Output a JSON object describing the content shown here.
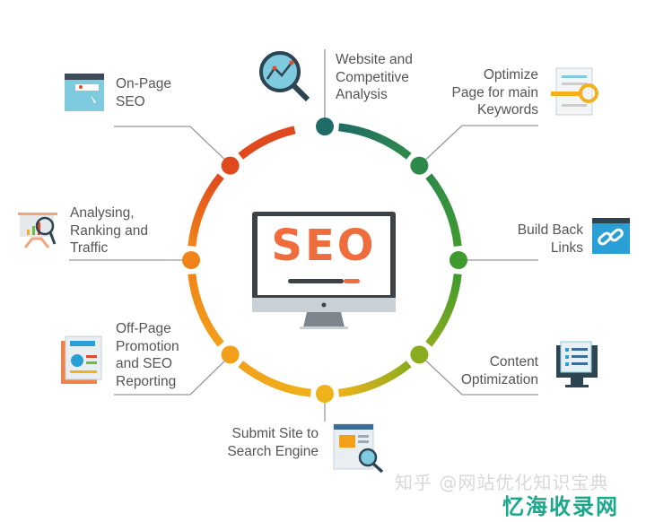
{
  "center": {
    "screen_text": "SEO",
    "colors": {
      "text": "#ef6c3c",
      "frame": "#3d4247",
      "stand": "#c9d0d6"
    }
  },
  "nodes": [
    {
      "label": "Website and\nCompetitive\nAnalysis",
      "icon": "magnifier-chart-icon",
      "color": "#1f6b66"
    },
    {
      "label": "Optimize\nPage for main\nKeywords",
      "icon": "key-document-icon",
      "color": "#2e8a4a"
    },
    {
      "label": "Build Back\nLinks",
      "icon": "link-window-icon",
      "color": "#3f9a2e"
    },
    {
      "label": "Content\nOptimization",
      "icon": "content-monitor-icon",
      "color": "#8aac1e"
    },
    {
      "label": "Submit Site to\nSearch Engine",
      "icon": "search-page-icon",
      "color": "#eeb21a"
    },
    {
      "label": "Off-Page\nPromotion\nand SEO\nReporting",
      "icon": "report-documents-icon",
      "color": "#f2a01a"
    },
    {
      "label": "Analysing,\nRanking and\nTraffic",
      "icon": "presentation-chart-icon",
      "color": "#f08418"
    },
    {
      "label": "On-Page\nSEO",
      "icon": "browser-window-icon",
      "color": "#e0481e"
    }
  ],
  "watermark": {
    "source": "知乎 @网站优化知识宝典",
    "overlay": "忆海收录网"
  }
}
